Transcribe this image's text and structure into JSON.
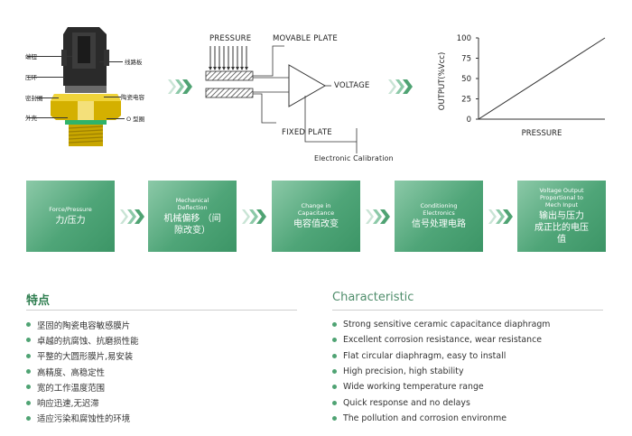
{
  "sensor": {
    "labels": {
      "terminal": "端钮",
      "clamp_ring": "压环",
      "sealing_ring": "密封圈",
      "housing": "外壳",
      "circuit_board": "线路板",
      "ceramic_capacitor": "陶瓷电容",
      "o_ring": "O 型圈"
    }
  },
  "diagram": {
    "pressure": "PRESSURE",
    "movable_plate": "MOVABLE PLATE",
    "voltage": "VOLTAGE",
    "fixed_plate": "FIXED PLATE",
    "electronic_calibration": "Electronic Calibration"
  },
  "chart_data": {
    "type": "line",
    "x": [
      0,
      100
    ],
    "series": [
      {
        "values": [
          0,
          100
        ]
      }
    ],
    "xlabel": "PRESSURE",
    "ylabel": "OUTPUT(%Vcc)",
    "yticks": [
      "100",
      "75",
      "50",
      "25",
      "0"
    ],
    "ylim": [
      0,
      100
    ],
    "grid": false
  },
  "process": [
    {
      "en": "Force/Pressure",
      "zh": "力/压力"
    },
    {
      "en": "Mechanical Deflection",
      "zh": "机械偏移 （间隙改变）"
    },
    {
      "en": "Change in Capacitance",
      "zh": "电容值改变"
    },
    {
      "en": "Conditioning Electronics",
      "zh": "信号处理电路"
    },
    {
      "en": "Voltage Output Proportional to Mech Input",
      "zh": "输出与压力 成正比的电压值"
    }
  ],
  "features_cn": {
    "title": "特点",
    "items": [
      "坚固的陶瓷电容敏感膜片",
      "卓越的抗腐蚀、抗磨损性能",
      "平整的大圆形膜片,易安装",
      "高精度、高稳定性",
      "宽的工作温度范围",
      "响应迅速,无迟滞",
      "适应污染和腐蚀性的环境"
    ]
  },
  "features_en": {
    "title": "Characteristic",
    "items": [
      "Strong sensitive ceramic capacitance diaphragm",
      "Excellent corrosion resistance, wear resistance",
      "Flat circular diaphragm, easy to install",
      "High precision, high stability",
      "Wide working temperature range",
      "Quick response and no delays",
      "The pollution and corrosion environme"
    ]
  },
  "colors": {
    "green": "#4fa373",
    "title_cn": "#2e7d4f",
    "title_en": "#4f8d6b"
  }
}
